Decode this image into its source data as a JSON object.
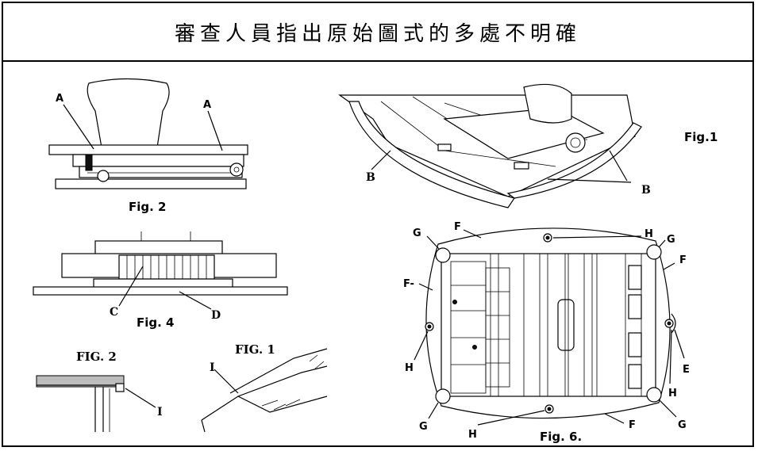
{
  "title": "審查人員指出原始圖式的多處不明確",
  "figures": {
    "fig2_top": {
      "caption": "Fig. 2",
      "labels": {
        "a_left": "A",
        "a_right": "A"
      }
    },
    "fig1_top": {
      "caption": "Fig.1",
      "labels": {
        "b_left": "B",
        "b_right": "B"
      }
    },
    "fig4": {
      "caption": "Fig. 4",
      "labels": {
        "c": "C",
        "d": "D"
      }
    },
    "fig2_small": {
      "caption": "FIG. 2",
      "labels": {
        "i": "I"
      }
    },
    "fig1_small": {
      "caption": "FIG. 1",
      "labels": {
        "i": "I"
      }
    },
    "fig6": {
      "caption": "Fig. 6.",
      "labels": {
        "f_top": "F",
        "h_top": "H",
        "g_top_left": "G",
        "g_top_right": "G",
        "f_right": "F",
        "f_left": "F-",
        "h_left": "H",
        "e": "E",
        "h_right": "H",
        "g_bottom_left": "G",
        "h_bottom": "H",
        "f_bottom": "F",
        "g_bottom_right": "G"
      }
    }
  }
}
